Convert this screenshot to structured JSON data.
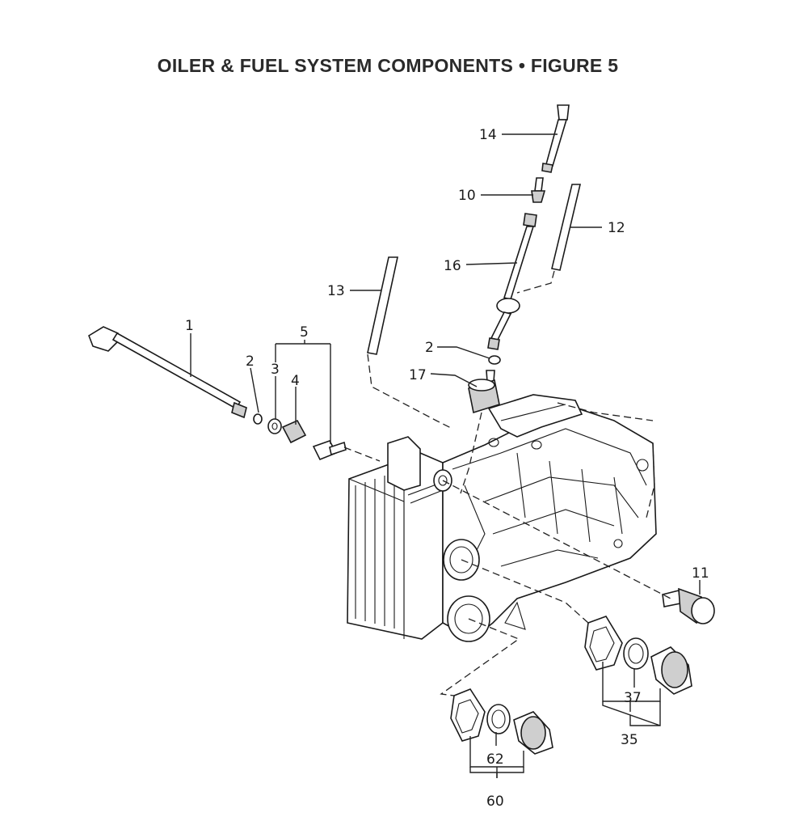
{
  "title": "OILER & FUEL SYSTEM COMPONENTS  •  FIGURE 5",
  "callouts": {
    "c1": "1",
    "c2a": "2",
    "c2b": "2",
    "c3": "3",
    "c4": "4",
    "c5": "5",
    "c10": "10",
    "c11": "11",
    "c12": "12",
    "c13": "13",
    "c14": "14",
    "c16": "16",
    "c17": "17",
    "c35": "35",
    "c37": "37",
    "c60": "60",
    "c62": "62"
  }
}
